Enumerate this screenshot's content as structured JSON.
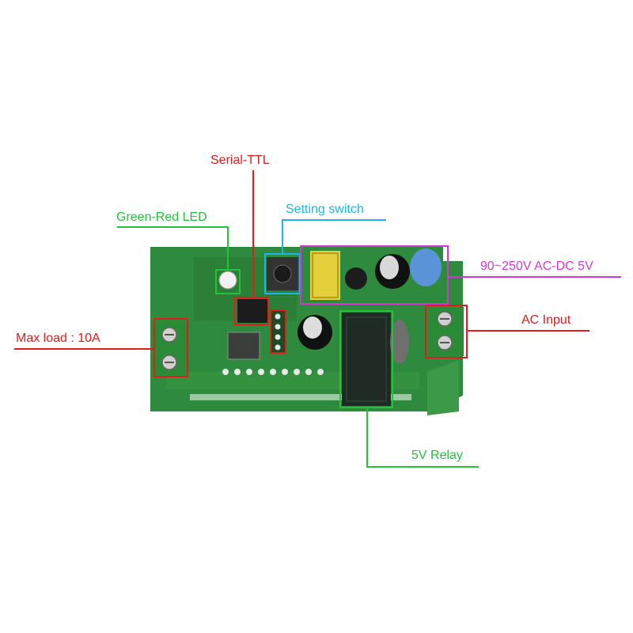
{
  "labels": {
    "serial_ttl": "Serial-TTL",
    "green_red_led": "Green-Red LED",
    "setting_switch": "Setting switch",
    "power_supply": "90~250V AC-DC 5V",
    "ac_input": "AC Input",
    "max_load": "Max load : 10A",
    "relay": "5V Relay"
  },
  "colors": {
    "red": "#e21b1b",
    "green": "#22c33a",
    "cyan": "#1fb4e6",
    "magenta": "#d437d4",
    "pcb": "#2e8a3c",
    "pcb_dark": "#1f6b2c"
  }
}
